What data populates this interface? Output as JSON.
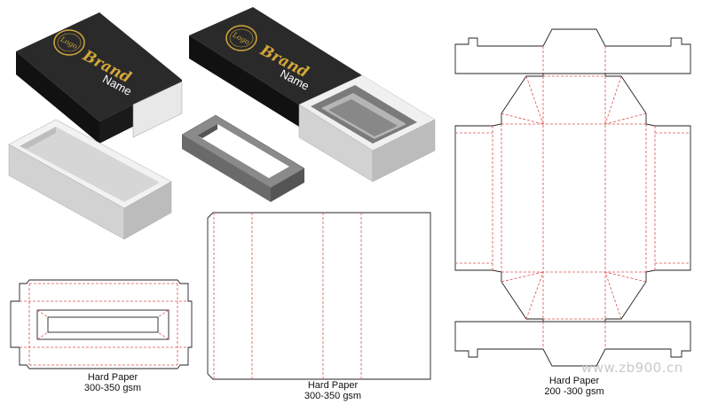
{
  "brand": {
    "logo_text": "Logo",
    "brand_word": "Brand",
    "name_word": "Name",
    "gold_color": "#d4a73a",
    "box_color": "#222222"
  },
  "captions": {
    "left": {
      "line1": "Hard Paper",
      "line2": "300-350 gsm"
    },
    "middle": {
      "line1": "Hard Paper",
      "line2": "300-350 gsm"
    },
    "right": {
      "line1": "Hard Paper",
      "line2": "200 -300 gsm"
    }
  },
  "watermark": "www.zb900.cn",
  "colors": {
    "cut_line": "#222222",
    "fold_line": "#d9534f",
    "tray_light": "#e6e6e6",
    "insert_gray": "#777777"
  }
}
